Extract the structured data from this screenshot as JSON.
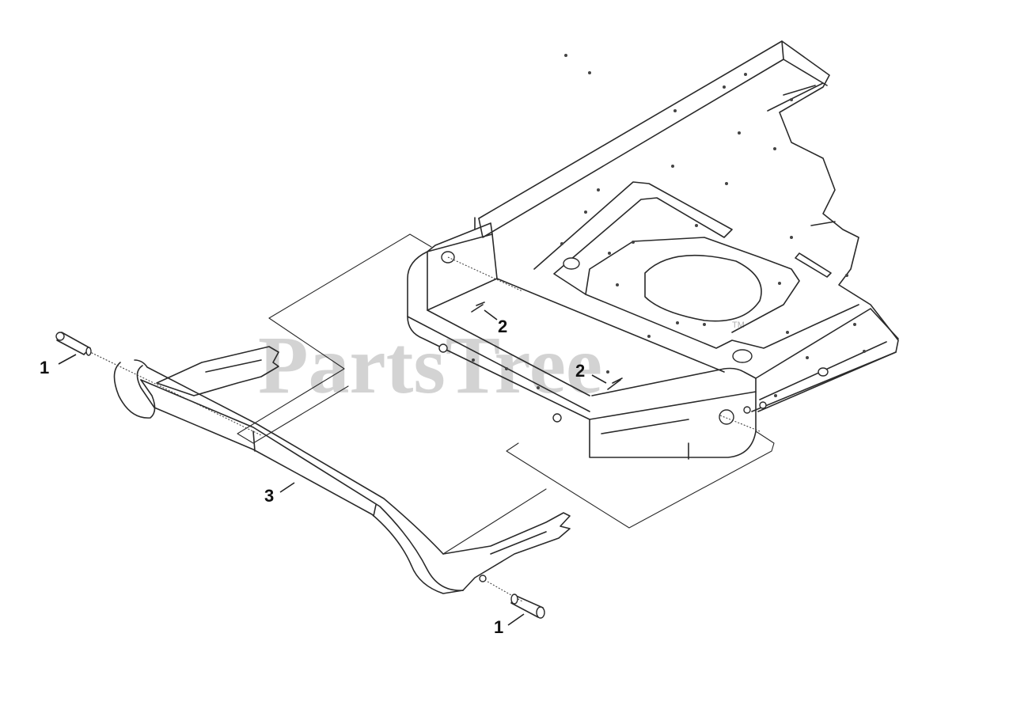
{
  "diagram": {
    "callouts": [
      {
        "id": "pin-left",
        "label": "1"
      },
      {
        "id": "clip-upper",
        "label": "2"
      },
      {
        "id": "clip-lower",
        "label": "2"
      },
      {
        "id": "bar",
        "label": "3"
      },
      {
        "id": "pin-bottom",
        "label": "1"
      }
    ],
    "watermark": {
      "text": "PartsTree",
      "trademark": "TM"
    },
    "colors": {
      "line": "#2a2a2a",
      "watermark": "#c4c4c4",
      "background": "#ffffff"
    }
  }
}
